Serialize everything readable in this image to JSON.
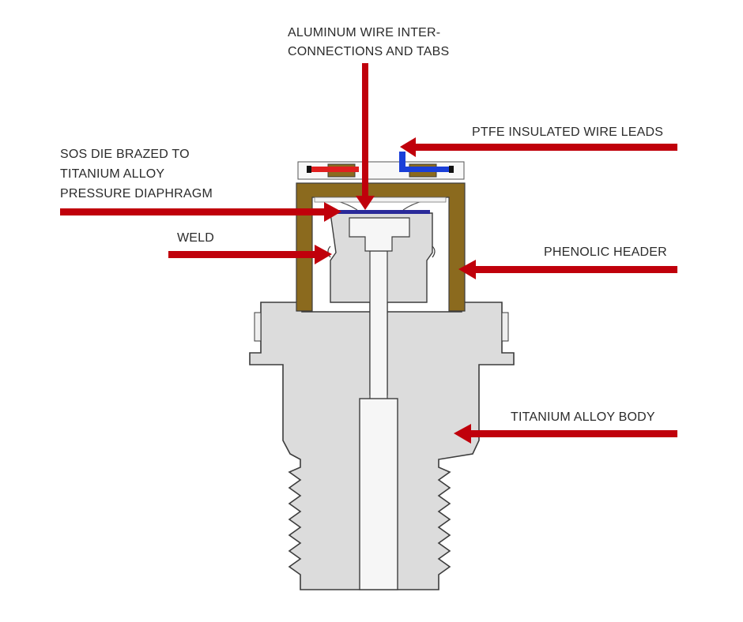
{
  "callouts": {
    "aluminum_wire_line1": "ALUMINUM WIRE INTER-",
    "aluminum_wire_line2": "CONNECTIONS AND TABS",
    "ptfe_leads": "PTFE INSULATED WIRE LEADS",
    "sos_die_line1": "SOS DIE BRAZED TO",
    "sos_die_line2": "TITANIUM ALLOY",
    "sos_die_line3": "PRESSURE DIAPHRAGM",
    "weld": "WELD",
    "phenolic_header": "PHENOLIC HEADER",
    "titanium_body": "TITANIUM ALLOY BODY"
  },
  "colors": {
    "arrow": "#c0000b",
    "body_fill": "#dcdcdc",
    "body_stroke": "#3c3c3c",
    "phenolic": "#8b6a1e",
    "wire_red": "#e01f1f",
    "wire_blue": "#1a3fd8",
    "diaphragm": "#2a2a9a"
  }
}
